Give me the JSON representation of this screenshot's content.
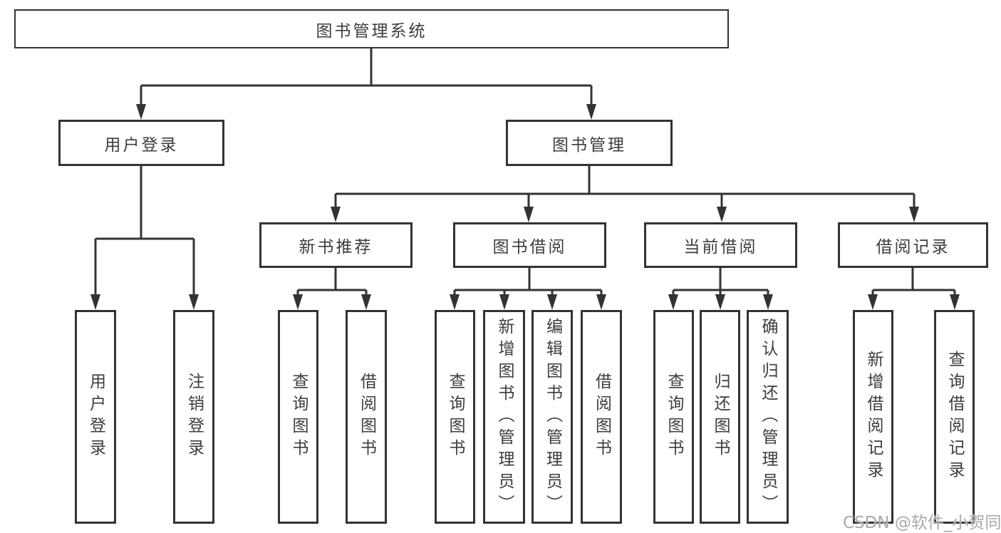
{
  "tree": {
    "label": "图书管理系统",
    "children": [
      {
        "label": "用户登录",
        "children": [
          {
            "label": "用户登录"
          },
          {
            "label": "注销登录"
          }
        ]
      },
      {
        "label": "图书管理",
        "children": [
          {
            "label": "新书推荐",
            "children": [
              {
                "label": "查询图书"
              },
              {
                "label": "借阅图书"
              }
            ]
          },
          {
            "label": "图书借阅",
            "children": [
              {
                "label": "查询图书"
              },
              {
                "label": "新增图书（管理员）"
              },
              {
                "label": "编辑图书（管理员）"
              },
              {
                "label": "借阅图书"
              }
            ]
          },
          {
            "label": "当前借阅",
            "children": [
              {
                "label": "查询图书"
              },
              {
                "label": "归还图书"
              },
              {
                "label": "确认归还（管理员）"
              }
            ]
          },
          {
            "label": "借阅记录",
            "children": [
              {
                "label": "新增借阅记录"
              },
              {
                "label": "查询借阅记录"
              }
            ]
          }
        ]
      }
    ]
  },
  "watermark": {
    "text": "CSDN @软件_小贺同学"
  },
  "colors": {
    "line": "#333333",
    "text": "#3d3d3d",
    "watermark": "#a9a9a9",
    "background": "#ffffff"
  }
}
